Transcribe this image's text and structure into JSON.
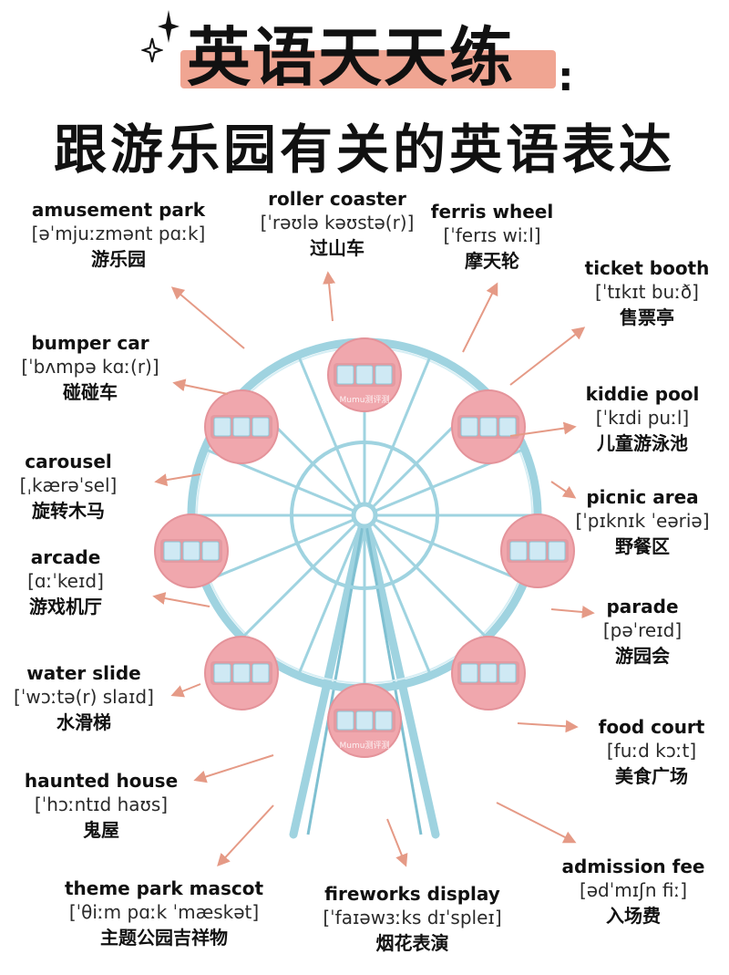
{
  "title": {
    "main": "英语天天练",
    "colon": ":",
    "subtitle": "跟游乐园有关的英语表达"
  },
  "watermark": "Mumu测评测",
  "colors": {
    "highlight": "#f0a592",
    "arrow": "#e59a86",
    "wheel_frame": "#9fd3e0",
    "cabin": "#f0a7ad",
    "window": "#cfe9f4"
  },
  "icons": [
    "sparkle-icon",
    "ferris-wheel-icon",
    "arrow-icon"
  ],
  "items": [
    {
      "en": "amusement park",
      "ph": "[əˈmjuːzmənt pɑːk]",
      "zh": "游乐园"
    },
    {
      "en": "roller coaster",
      "ph": "[ˈrəʊlə kəʊstə(r)]",
      "zh": "过山车"
    },
    {
      "en": "ferris wheel",
      "ph": "[ˈferɪs wiːl]",
      "zh": "摩天轮"
    },
    {
      "en": "ticket booth",
      "ph": "[ˈtɪkɪt buːð]",
      "zh": "售票亭"
    },
    {
      "en": "bumper car",
      "ph": "[ˈbʌmpə kɑː(r)]",
      "zh": "碰碰车"
    },
    {
      "en": "kiddie pool",
      "ph": "[ˈkɪdi puːl]",
      "zh": "儿童游泳池"
    },
    {
      "en": "carousel",
      "ph": "[ˌkærəˈsel]",
      "zh": "旋转木马"
    },
    {
      "en": "picnic area",
      "ph": "[ˈpɪknɪk ˈeəriə]",
      "zh": "野餐区"
    },
    {
      "en": "arcade",
      "ph": "[ɑːˈkeɪd]",
      "zh": "游戏机厅"
    },
    {
      "en": "parade",
      "ph": "[pəˈreɪd]",
      "zh": "游园会"
    },
    {
      "en": "water slide",
      "ph": "[ˈwɔːtə(r) slaɪd]",
      "zh": "水滑梯"
    },
    {
      "en": "food court",
      "ph": "[fuːd kɔːt]",
      "zh": "美食广场"
    },
    {
      "en": "haunted house",
      "ph": "[ˈhɔːntɪd haʊs]",
      "zh": "鬼屋"
    },
    {
      "en": "admission fee",
      "ph": "[ədˈmɪʃn fiː]",
      "zh": "入场费"
    },
    {
      "en": "theme park mascot",
      "ph": "[ˈθiːm pɑːk ˈmæskət]",
      "zh": "主题公园吉祥物"
    },
    {
      "en": "fireworks display",
      "ph": "[ˈfaɪəwɜːks dɪˈspleɪ]",
      "zh": "烟花表演"
    }
  ]
}
